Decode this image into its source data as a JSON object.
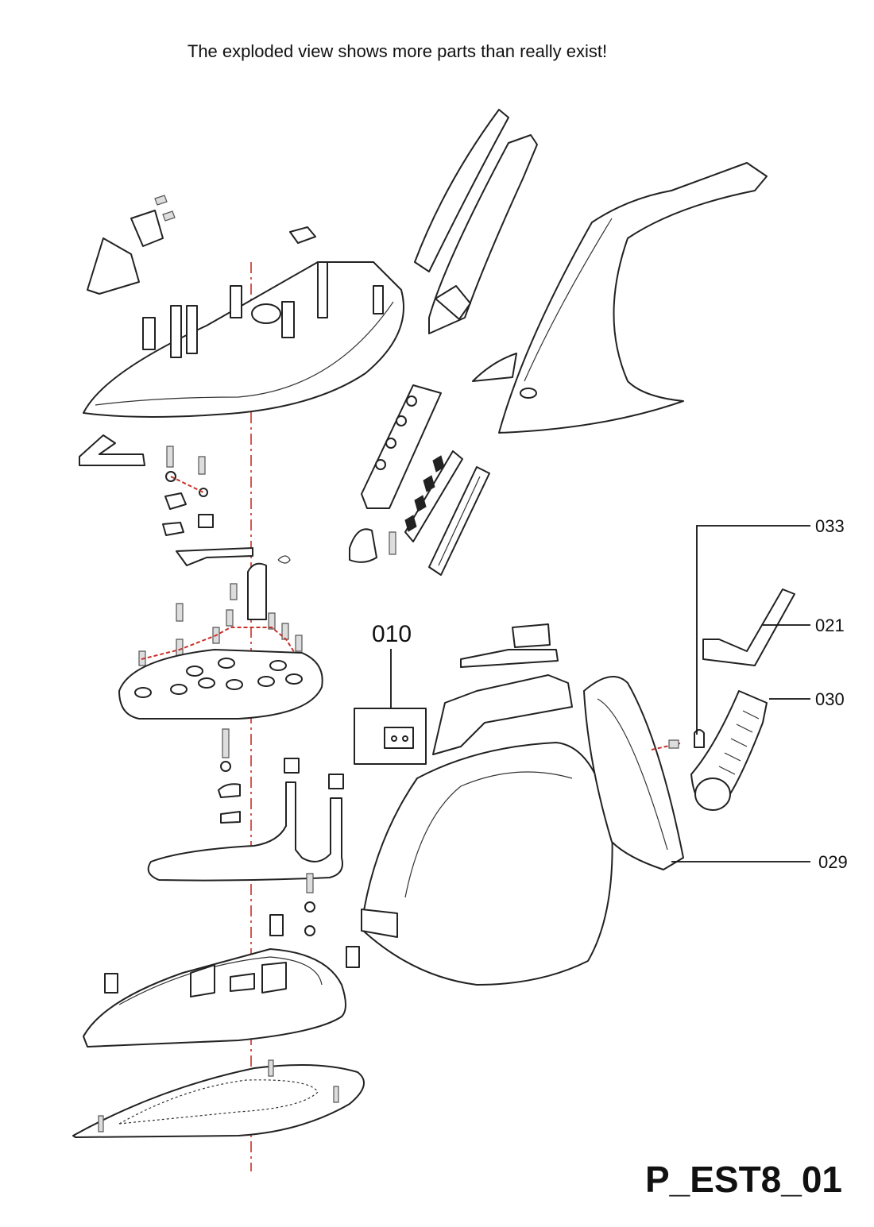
{
  "header": {
    "note": "The exploded view shows more parts than really exist!"
  },
  "callouts": [
    {
      "id": "033",
      "label": "033"
    },
    {
      "id": "021",
      "label": "021"
    },
    {
      "id": "030",
      "label": "030"
    },
    {
      "id": "029",
      "label": "029"
    }
  ],
  "detail_box": {
    "label": "010"
  },
  "drawing_code": "P_EST8_01",
  "colors": {
    "line": "#222222",
    "axis": "#c8302a",
    "background": "#ffffff"
  }
}
